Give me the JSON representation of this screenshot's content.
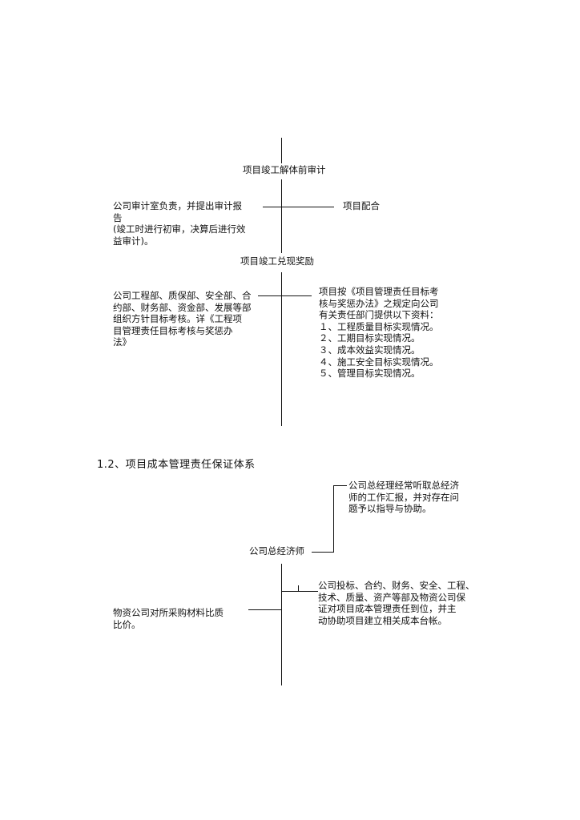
{
  "s1": {
    "title1": "项目竣工解体前审计",
    "left1": [
      "公司审计室负责，并提出审计报",
      "告",
      "(竣工时进行初审，决算后进行效",
      "益审计)。"
    ],
    "right1": "项目配合",
    "title2": "项目竣工兑现奖励",
    "left2": [
      "公司工程部、质保部、安全部、合",
      "约部、财务部、资金部、发展等部",
      "组织方针目标考核。详《工程项",
      "目管理责任目标考核与奖惩办",
      "法》"
    ],
    "right2": [
      "项目按《项目管理责任目标考",
      "核与奖惩办法》之规定向公司",
      "有关责任部门提供以下资料：",
      "１、工程质量目标实现情况。",
      "２、工期目标实现情况。",
      "３、成本效益实现情况。",
      "４、施工安全目标实现情况。",
      "５、管理目标实现情况。"
    ]
  },
  "s2": {
    "heading": "1.2、项目成本管理责任保证体系",
    "top_right": [
      "公司总经理经常听取总经济",
      "师的工作汇报，并对存在问",
      "题予以指导与协助。"
    ],
    "title": "公司总经济师",
    "left": [
      "物资公司对所采购材料比质",
      "比价。"
    ],
    "right": [
      "公司投标、合约、财务、安全、工程、",
      "技术、质量、资产等部及物资公司保",
      "证对项目成本管理责任到位，并主",
      "动协助项目建立相关成本台帐。"
    ]
  }
}
